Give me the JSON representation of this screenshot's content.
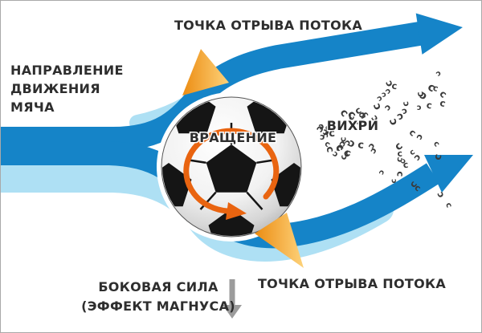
{
  "diagram": {
    "labels": {
      "flow_separation_top": "ТОЧКА ОТРЫВА ПОТОКА",
      "ball_direction": [
        "НАПРАВЛЕНИЕ",
        "ДВИЖЕНИЯ",
        "МЯЧА"
      ],
      "rotation": "ВРАЩЕНИЕ",
      "vortices": "ВИХРИ",
      "flow_separation_bottom": "ТОЧКА ОТРЫВА ПОТОКА",
      "magnus_force": [
        "БОКОВАЯ СИЛА",
        "(ЭФФЕКТ МАГНУСА)"
      ]
    },
    "vortex_glyph": "c",
    "colors": {
      "flow_blue": "#1584c8",
      "flow_light": "#aee0f4",
      "rotation_orange": "#e96410",
      "wedge_orange_dark": "#ef9420",
      "wedge_orange_light": "#fdd27a",
      "text_dark": "#2e2e2e",
      "force_arrow_gray": "#9c9c9c",
      "ball_black": "#151515"
    }
  }
}
